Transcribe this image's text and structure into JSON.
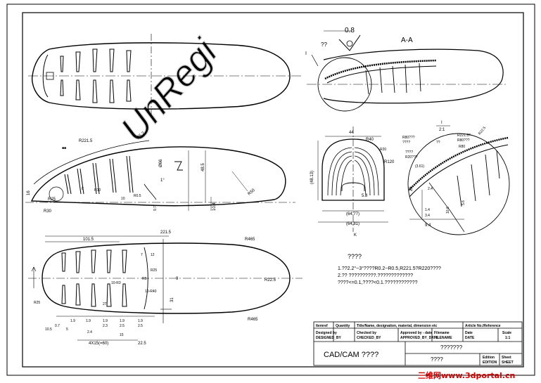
{
  "watermark": "UnRegi",
  "section": {
    "label": "A-A",
    "roughness_value": "0.8",
    "roughness_note": "??"
  },
  "detail": {
    "mark": "I",
    "ratio_num": "I",
    "ratio_den": "2:1"
  },
  "dims_side": {
    "r221": "R221.5",
    "r5": "R5.2",
    "d66": "Ø66",
    "d48": "48.5",
    "r50": "R50",
    "d16": "16",
    "r25": "R25",
    "r30": "R30",
    "r10": "R10",
    "a8": "8",
    "a10": "10",
    "r0": "R0.5",
    "h10": "10.4",
    "h9": "9.7",
    "small1": "■■",
    "f1": "1°"
  },
  "dims_front": {
    "w44": "44",
    "r40": "R40",
    "r20": "R20",
    "r120": "R120",
    "h48": "(48.13)",
    "d58": "5.8",
    "w64a": "(64.77)",
    "w64b": "(64.81)",
    "k": "K"
  },
  "dims_detail": {
    "r80a": "R80???",
    "r80b": "????",
    "r221": "R221.5?",
    "r80c": "R80???",
    "r80d": "R80",
    "r20a": "????",
    "r20b": "R20???",
    "q": "??",
    "d361": "(3.61)",
    "d26": "26",
    "d24": "2.4",
    "d14": "1.4",
    "d34": "3.4",
    "d106": "10.6",
    "d56": "5.6",
    "d94": "9.4",
    "r225": "R22.5"
  },
  "dims_top": {
    "w221": "221.5",
    "w101": "101.5",
    "r465a": "R465",
    "r465b": "R465",
    "r225": "R22.5",
    "d7": "7",
    "d12": "12",
    "r25": "R25",
    "r5": "R5",
    "d9": "9",
    "d31": "31",
    "d1083": "10-R3",
    "d10r40": "10-R40",
    "r25b": "R25",
    "d27": "27",
    "p1": "1.9",
    "p2": "1.9",
    "p3": "1.9",
    "p4": "1.9",
    "p5": "1.9",
    "q1": "2.3",
    "q2": "2.5",
    "q3": "2.5",
    "d07": "0.7",
    "d105": "10.5",
    "d5": "5",
    "d24": "2.4",
    "d15": "15",
    "d4x15": "4X15(=60)",
    "d225": "22.5"
  },
  "notes": {
    "title": "????",
    "line1": "1.??2.2°~3°????R0.2~R0.5,R221.5?R220????",
    "line2": "2.??     ??????????.?????????????",
    "line3": "????<=0.1,????<0.1.????????????"
  },
  "title_block": {
    "c1": "Itemref",
    "c2": "Quantity",
    "c3": "Title/Name, designation, material, dimension etc",
    "c4": "Article No./Reference",
    "designed": "Designed by",
    "designed_id": "DESIGNED_BY",
    "checked": "Checked by",
    "checked_id": "CHECKED_BY",
    "approved": "Approved by - date",
    "approved_id": "APPROVED_BY_DATE",
    "filename": "Filename",
    "filename_id": "FILENAME",
    "date": "Date",
    "date_id": "DATE",
    "scale": "Scale",
    "scale_val": "1:1",
    "title_left": "CAD/CAM ????",
    "title_right": "???????",
    "bottom_mid": "????",
    "edition": "Edition",
    "edition_id": "EDITION",
    "sheet": "Sheet",
    "sheet_id": "SHEET"
  },
  "footer_logo": "三维网www.3dportal.cn",
  "colors": {
    "ink": "#000000",
    "logo": "#d40000",
    "watermark": "#c8c8c8"
  }
}
